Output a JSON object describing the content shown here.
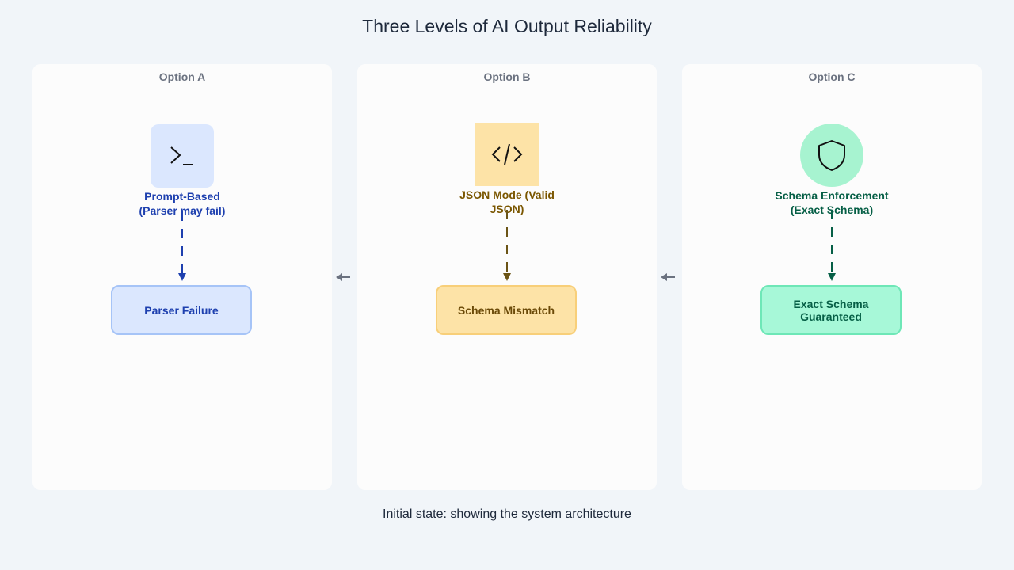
{
  "title": "Three Levels of AI Output Reliability",
  "caption": "Initial state: showing the system architecture",
  "colors": {
    "background": "#f1f5f9",
    "blue": "#1e40af",
    "amber": "#7a5600",
    "green": "#065f46",
    "arrow_gray": "#6b7280"
  },
  "options": [
    {
      "panel_label": "Option A",
      "icon": "terminal-icon",
      "node_label_line1": "Prompt-Based",
      "node_label_line2": "(Parser may fail)",
      "result_line1": "Parser Failure",
      "result_line2": ""
    },
    {
      "panel_label": "Option B",
      "icon": "code-icon",
      "node_label_line1": "JSON Mode (Valid",
      "node_label_line2": "JSON)",
      "result_line1": "Schema Mismatch",
      "result_line2": ""
    },
    {
      "panel_label": "Option C",
      "icon": "shield-icon",
      "node_label_line1": "Schema Enforcement",
      "node_label_line2": "(Exact Schema)",
      "result_line1": "Exact Schema",
      "result_line2": "Guaranteed"
    }
  ]
}
